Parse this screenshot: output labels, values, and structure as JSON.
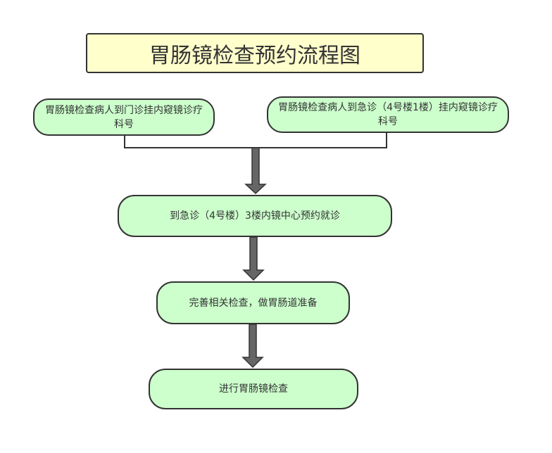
{
  "diagram": {
    "title": "胃肠镜检查预约流程图",
    "nodes": [
      {
        "id": "node-1",
        "label": "胃肠镜检查病人到门诊挂内窥镜诊疗科号"
      },
      {
        "id": "node-2",
        "label": "胃肠镜检查病人到急诊（4号楼1楼）挂内窥镜诊疗科号"
      },
      {
        "id": "node-3",
        "label": "到急诊（4号楼）3楼内镜中心预约就诊"
      },
      {
        "id": "node-4",
        "label": "完善相关检查，做胃肠道准备"
      },
      {
        "id": "node-5",
        "label": "进行胃肠镜检查"
      }
    ],
    "edges": [
      {
        "from": "node-1",
        "to": "node-3"
      },
      {
        "from": "node-2",
        "to": "node-3"
      },
      {
        "from": "node-3",
        "to": "node-4"
      },
      {
        "from": "node-4",
        "to": "node-5"
      }
    ],
    "colors": {
      "title_fill": "#ffffcc",
      "node_fill": "#ccffcc",
      "stroke": "#333333",
      "arrow_fill": "#666666"
    }
  }
}
